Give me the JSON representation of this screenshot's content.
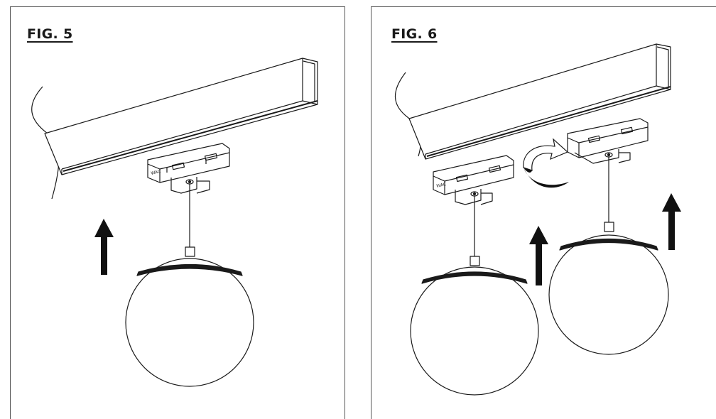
{
  "figures": [
    {
      "label": "FIG. 5",
      "brand_mark": "WAC",
      "icons": [
        "track-rail",
        "track-adapter",
        "pendant-globe",
        "up-arrow"
      ]
    },
    {
      "label": "FIG. 6",
      "brand_mark": "WAC",
      "icons": [
        "track-rail",
        "track-adapter",
        "pendant-globe",
        "up-arrow",
        "rotate-arrow"
      ]
    }
  ],
  "colors": {
    "line": "#1a1a1a",
    "background": "#ffffff",
    "arrow_fill": "#111111"
  }
}
